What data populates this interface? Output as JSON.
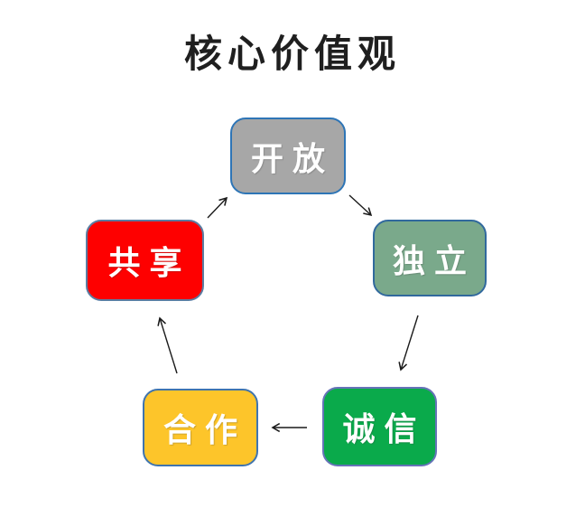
{
  "page": {
    "background": "#ffffff"
  },
  "title": {
    "text": "核心价值观",
    "color": "#1f1f1f"
  },
  "diagram": {
    "type": "cycle",
    "arrow_color": "#1a1a1a",
    "nodes": [
      {
        "id": "open",
        "label": "开放",
        "fill": "#a7a7a7",
        "border": "#2e75b6",
        "text_color": "#ffffff",
        "position": "top"
      },
      {
        "id": "independent",
        "label": "独立",
        "fill": "#7aa98b",
        "border": "#31699d",
        "text_color": "#ffffff",
        "position": "right"
      },
      {
        "id": "integrity",
        "label": "诚信",
        "fill": "#0aaa4b",
        "border": "#6673b8",
        "text_color": "#ffffff",
        "position": "bottom-right"
      },
      {
        "id": "cooperation",
        "label": "合作",
        "fill": "#fdc52a",
        "border": "#3f74ae",
        "text_color": "#ffffff",
        "position": "bottom-left"
      },
      {
        "id": "share",
        "label": "共享",
        "fill": "#fe0000",
        "border": "#5b7da2",
        "text_color": "#ffffff",
        "position": "left"
      }
    ],
    "edges": [
      {
        "from": "开放",
        "to": "独立"
      },
      {
        "from": "独立",
        "to": "诚信"
      },
      {
        "from": "诚信",
        "to": "合作"
      },
      {
        "from": "合作",
        "to": "共享"
      },
      {
        "from": "共享",
        "to": "开放"
      }
    ]
  }
}
